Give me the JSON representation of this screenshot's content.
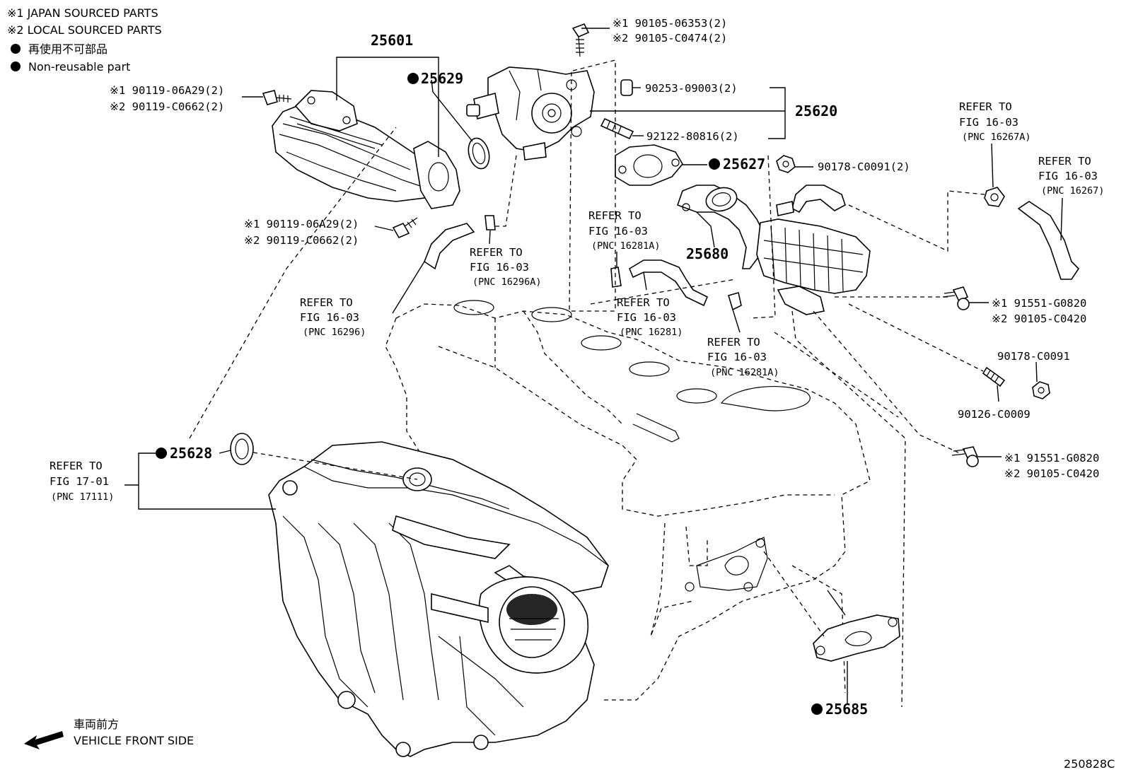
{
  "legend": {
    "note1": "※1 JAPAN SOURCED PARTS",
    "note2": "※2 LOCAL SOURCED PARTS",
    "nonreusable_jp": "再使用不可部品",
    "nonreusable_en": "Non-reusable part"
  },
  "labels": {
    "p25601": "25601",
    "p25629": "25629",
    "p25620": "25620",
    "p25627": "25627",
    "p25680": "25680",
    "p25628": "25628",
    "p25685": "25685",
    "b1_line1": "※1 90119-06A29(2)",
    "b1_line2": "※2 90119-C0662(2)",
    "b2_line1": "※1 90119-06A29(2)",
    "b2_line2": "※2 90119-C0662(2)",
    "top_line1": "※1 90105-06353(2)",
    "top_line2": "※2 90105-C0474(2)",
    "p90253": "90253-09003(2)",
    "p92122": "92122-80816(2)",
    "p90178_2": "90178-C0091(2)",
    "r1_line1": "※1 91551-G0820",
    "r1_line2": "※2 90105-C0420",
    "p90178": "90178-C0091",
    "p90126": "90126-C0009",
    "r2_line1": "※1 91551-G0820",
    "r2_line2": "※2 90105-C0420"
  },
  "refs": [
    {
      "line1": "REFER TO",
      "line2": "FIG 16-03",
      "line3": "(PNC 16296A)"
    },
    {
      "line1": "REFER TO",
      "line2": "FIG 16-03",
      "line3": "(PNC 16296)"
    },
    {
      "line1": "REFER TO",
      "line2": "FIG 16-03",
      "line3": "(PNC 16281A)"
    },
    {
      "line1": "REFER TO",
      "line2": "FIG 16-03",
      "line3": "(PNC 16281)"
    },
    {
      "line1": "REFER TO",
      "line2": "FIG 16-03",
      "line3": "(PNC 16281A)"
    },
    {
      "line1": "REFER TO",
      "line2": "FIG 16-03",
      "line3": "(PNC 16267A)"
    },
    {
      "line1": "REFER TO",
      "line2": "FIG 16-03",
      "line3": "(PNC 16267)"
    },
    {
      "line1": "REFER TO",
      "line2": "FIG 17-01",
      "line3": "(PNC 17111)"
    }
  ],
  "front": {
    "jp": "車両前方",
    "en": "VEHICLE FRONT SIDE"
  },
  "figure_id": "250828C"
}
